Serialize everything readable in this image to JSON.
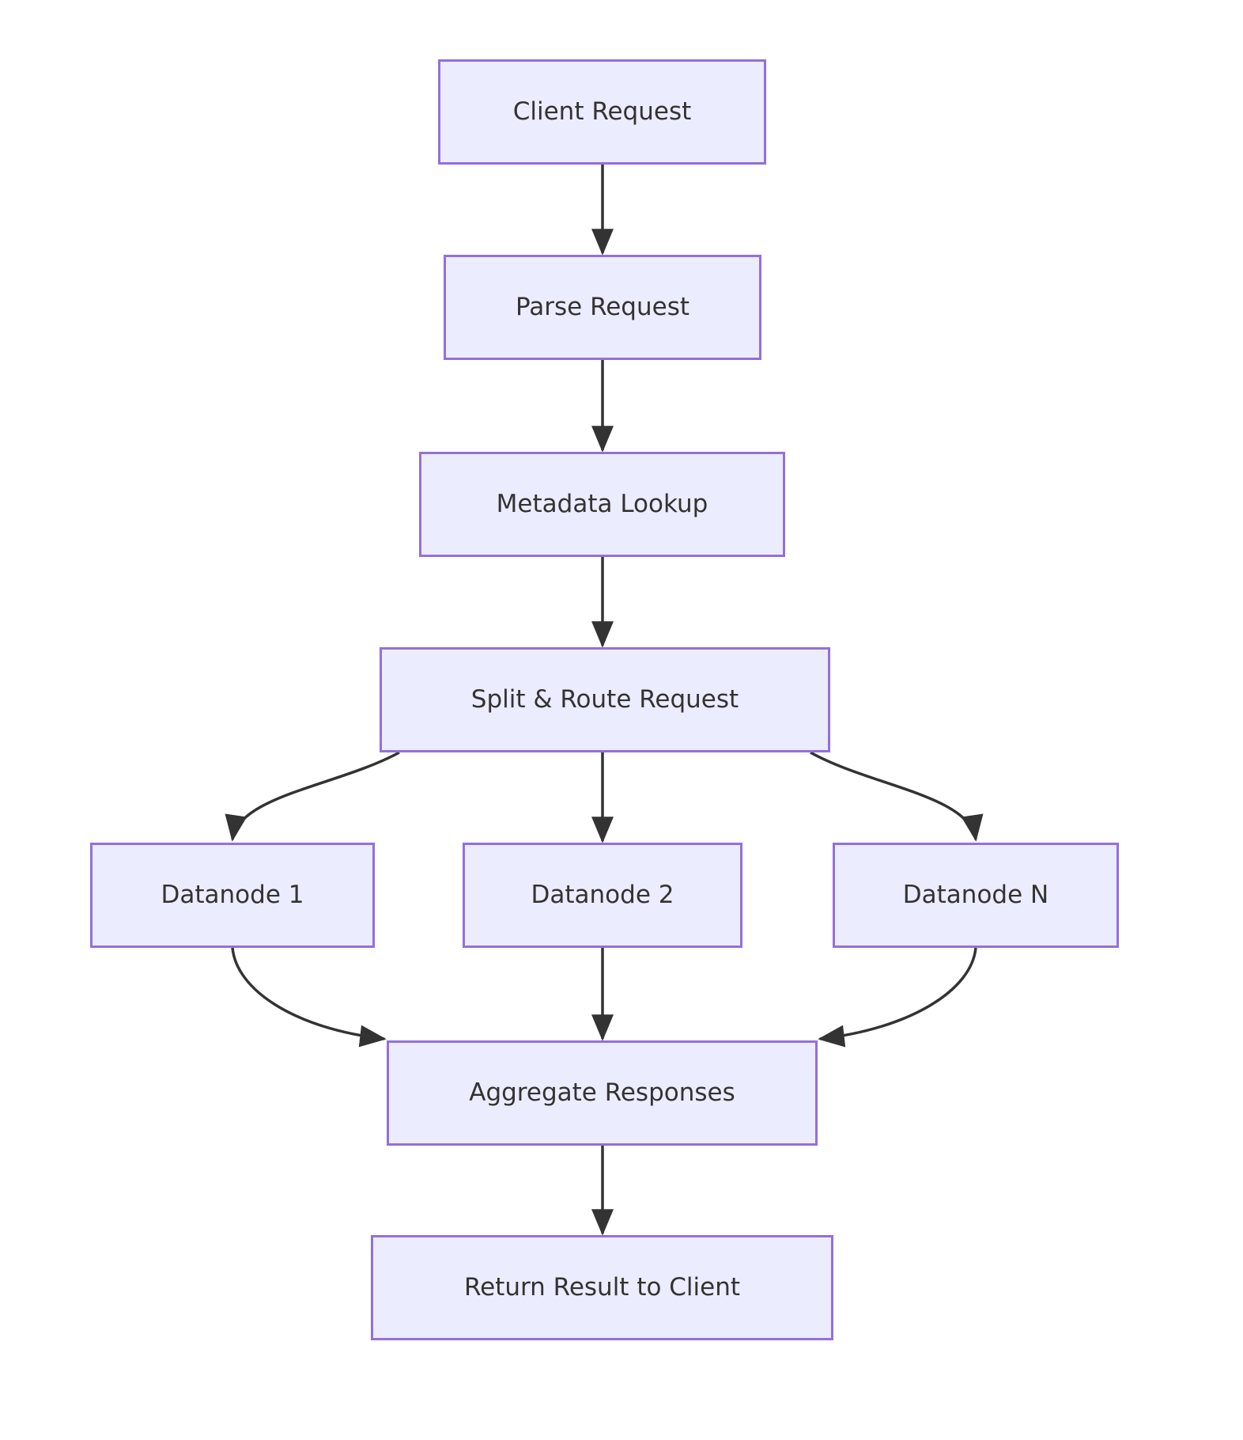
{
  "diagram": {
    "type": "flowchart",
    "direction": "top-down",
    "nodes": [
      {
        "id": "client",
        "label": "Client Request"
      },
      {
        "id": "parse",
        "label": "Parse Request"
      },
      {
        "id": "metadata",
        "label": "Metadata Lookup"
      },
      {
        "id": "split",
        "label": "Split & Route Request"
      },
      {
        "id": "d1",
        "label": "Datanode 1"
      },
      {
        "id": "d2",
        "label": "Datanode 2"
      },
      {
        "id": "dn",
        "label": "Datanode N"
      },
      {
        "id": "agg",
        "label": "Aggregate Responses"
      },
      {
        "id": "ret",
        "label": "Return Result to Client"
      }
    ],
    "edges": [
      {
        "from": "client",
        "to": "parse"
      },
      {
        "from": "parse",
        "to": "metadata"
      },
      {
        "from": "metadata",
        "to": "split"
      },
      {
        "from": "split",
        "to": "d1"
      },
      {
        "from": "split",
        "to": "d2"
      },
      {
        "from": "split",
        "to": "dn"
      },
      {
        "from": "d1",
        "to": "agg"
      },
      {
        "from": "d2",
        "to": "agg"
      },
      {
        "from": "dn",
        "to": "agg"
      },
      {
        "from": "agg",
        "to": "ret"
      }
    ],
    "colors": {
      "node_fill": "#ECECFF",
      "node_border": "#9370DB",
      "text": "#333333",
      "edge": "#333333",
      "background": "#FFFFFF"
    }
  }
}
